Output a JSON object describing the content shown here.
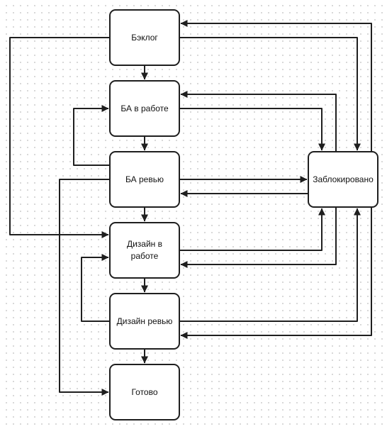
{
  "diagram": {
    "nodes": {
      "backlog": "Бэклог",
      "ba_in_progress": "БА в работе",
      "ba_review": "БА ревью",
      "design_in_progress": "Дизайн в работе",
      "design_review": "Дизайн ревью",
      "done": "Готово",
      "blocked": "Заблокировано"
    },
    "edges": [
      {
        "from": "Бэклог",
        "to": "БА в работе"
      },
      {
        "from": "БА в работе",
        "to": "БА ревью"
      },
      {
        "from": "БА ревью",
        "to": "Дизайн в работе"
      },
      {
        "from": "Дизайн в работе",
        "to": "Дизайн ревью"
      },
      {
        "from": "Дизайн ревью",
        "to": "Готово"
      },
      {
        "from": "БА ревью",
        "to": "БА в работе"
      },
      {
        "from": "Дизайн ревью",
        "to": "Дизайн в работе"
      },
      {
        "from": "Бэклог",
        "to": "Дизайн в работе"
      },
      {
        "from": "БА ревью",
        "to": "Готово"
      },
      {
        "from": "БА в работе",
        "to": "Заблокировано"
      },
      {
        "from": "БА ревью",
        "to": "Заблокировано"
      },
      {
        "from": "Дизайн в работе",
        "to": "Заблокировано"
      },
      {
        "from": "Дизайн ревью",
        "to": "Заблокировано"
      },
      {
        "from": "Бэклог",
        "to": "Заблокировано"
      },
      {
        "from": "Заблокировано",
        "to": "Бэклог"
      },
      {
        "from": "Заблокировано",
        "to": "БА в работе"
      },
      {
        "from": "Заблокировано",
        "to": "БА ревью"
      },
      {
        "from": "Заблокировано",
        "to": "Дизайн в работе"
      },
      {
        "from": "Заблокировано",
        "to": "Дизайн ревью"
      }
    ],
    "colors": {
      "stroke": "#1f1f1f",
      "fill": "#ffffff",
      "grid_dots": "#cfcfcf"
    }
  }
}
